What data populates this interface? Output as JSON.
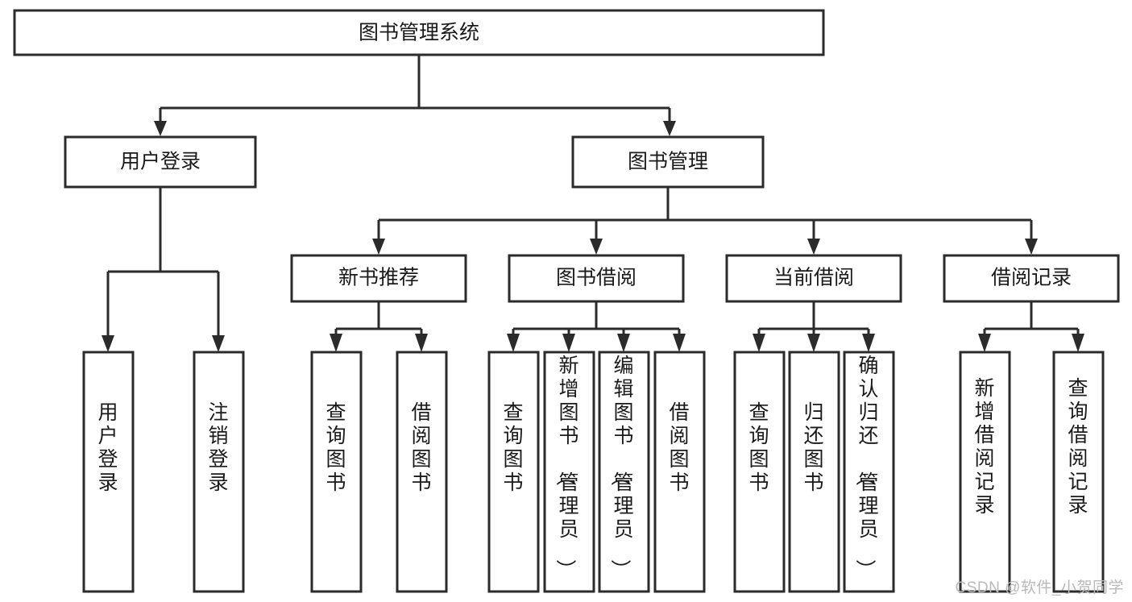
{
  "diagram": {
    "title": "图书管理系统",
    "type": "tree-hierarchy-chart",
    "colors": {
      "box_stroke": "#2b2b2b",
      "box_fill": "#ffffff",
      "connector": "#2b2b2b",
      "text": "#1a1a1a",
      "watermark": "#b9b9b9",
      "background": "#ffffff"
    },
    "root": {
      "label": "图书管理系统"
    },
    "level2": [
      {
        "label": "用户登录"
      },
      {
        "label": "图书管理"
      }
    ],
    "level3": [
      {
        "label": "新书推荐"
      },
      {
        "label": "图书借阅"
      },
      {
        "label": "当前借阅"
      },
      {
        "label": "借阅记录"
      }
    ],
    "leaves": {
      "user_login": [
        {
          "label": "用户登录"
        },
        {
          "label": "注销登录"
        }
      ],
      "new_book_recommend": [
        {
          "label": "查询图书"
        },
        {
          "label": "借阅图书"
        }
      ],
      "book_borrow": [
        {
          "label": "查询图书"
        },
        {
          "label": "新增图书（管理员）"
        },
        {
          "label": "编辑图书（管理员）"
        },
        {
          "label": "借阅图书"
        }
      ],
      "current_borrow": [
        {
          "label": "查询图书"
        },
        {
          "label": "归还图书"
        },
        {
          "label": "确认归还（管理员）"
        }
      ],
      "borrow_record": [
        {
          "label": "新增借阅记录"
        },
        {
          "label": "查询借阅记录"
        }
      ]
    }
  },
  "watermark": {
    "text": "CSDN @软件_小贺同学"
  }
}
